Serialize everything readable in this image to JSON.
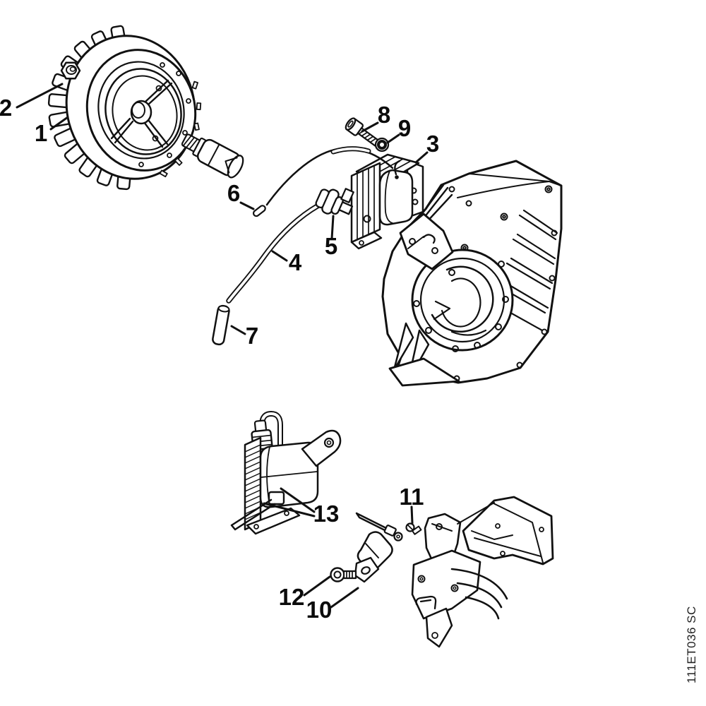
{
  "figure": {
    "watermark": "111ET036 SC",
    "background_color": "#ffffff",
    "line_color": "#111111"
  },
  "callouts": [
    {
      "number": "1"
    },
    {
      "number": "2"
    },
    {
      "number": "3"
    },
    {
      "number": "4"
    },
    {
      "number": "5"
    },
    {
      "number": "6"
    },
    {
      "number": "7"
    },
    {
      "number": "8"
    },
    {
      "number": "9"
    },
    {
      "number": "10"
    },
    {
      "number": "11"
    },
    {
      "number": "12"
    },
    {
      "number": "13"
    }
  ]
}
